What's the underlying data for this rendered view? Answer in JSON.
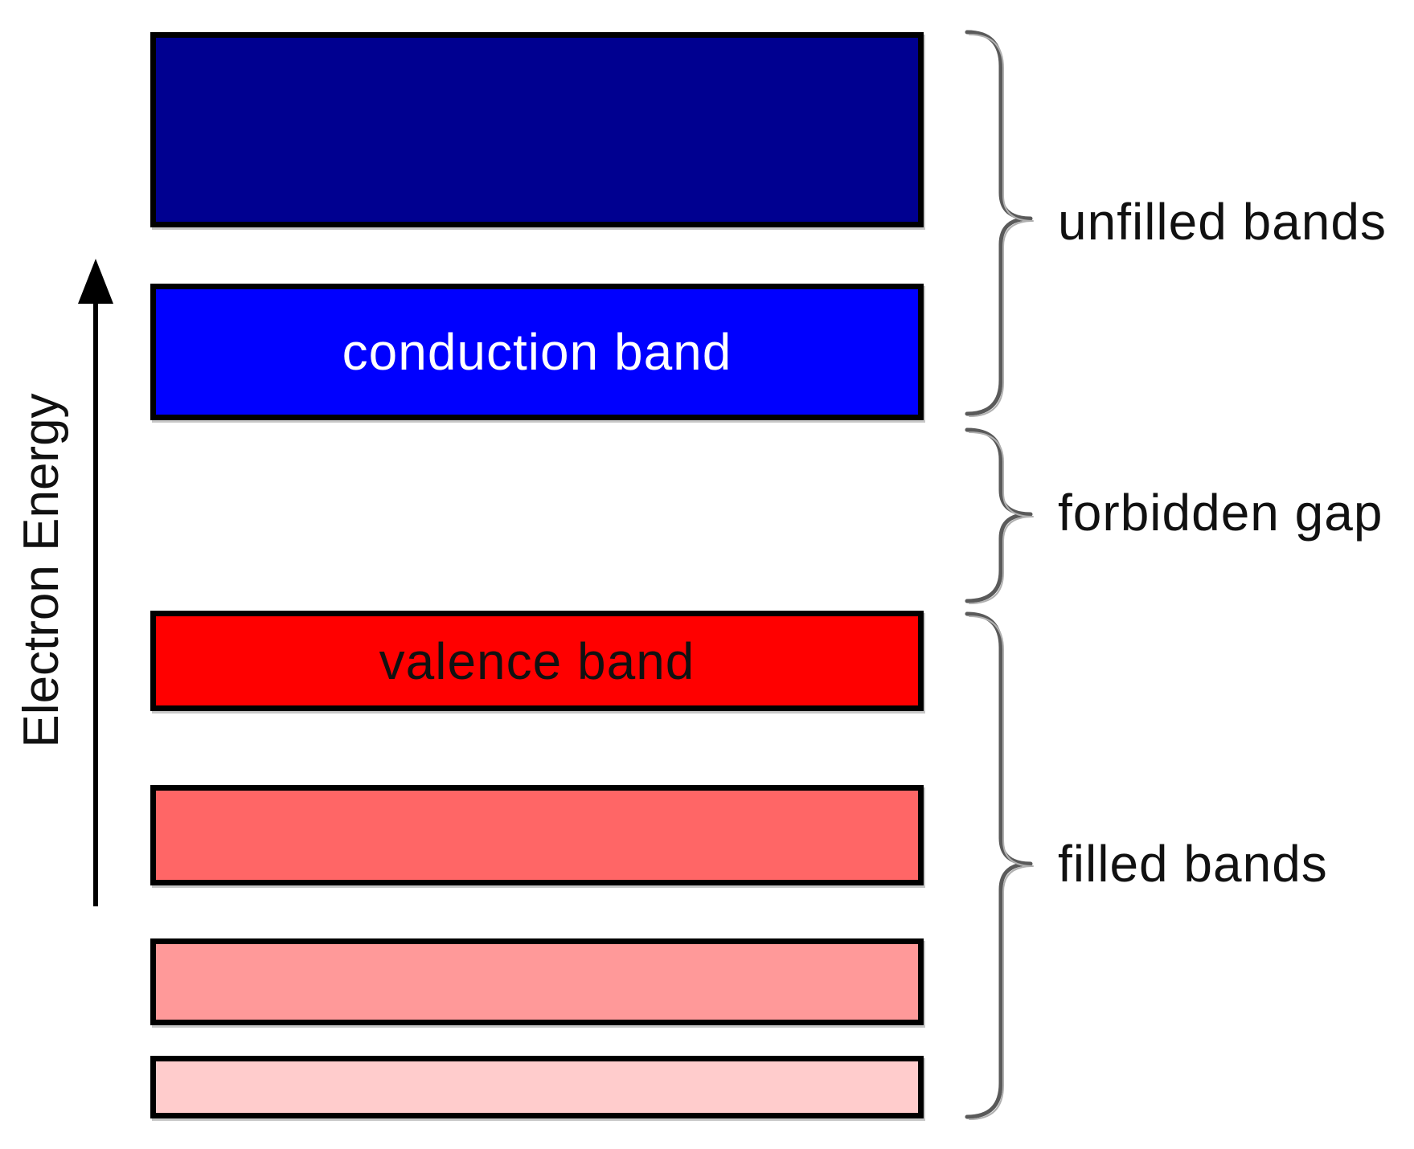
{
  "axis": {
    "label": "Electron Energy"
  },
  "bands": [
    {
      "id": "unfilled-band-upper",
      "label": "",
      "fill": "#000090",
      "text_color": "#ffffff"
    },
    {
      "id": "conduction-band",
      "label": "conduction band",
      "fill": "#0000ff",
      "text_color": "#ffffff"
    },
    {
      "id": "valence-band",
      "label": "valence band",
      "fill": "#ff0000",
      "text_color": "#111111"
    },
    {
      "id": "filled-band-1",
      "label": "",
      "fill": "#ff6666",
      "text_color": "#111111"
    },
    {
      "id": "filled-band-2",
      "label": "",
      "fill": "#ff9999",
      "text_color": "#111111"
    },
    {
      "id": "filled-band-3",
      "label": "",
      "fill": "#ffcccc",
      "text_color": "#111111"
    }
  ],
  "groups": [
    {
      "id": "unfilled",
      "label": "unfilled bands"
    },
    {
      "id": "gap",
      "label": "forbidden gap"
    },
    {
      "id": "filled",
      "label": "filled bands"
    }
  ]
}
